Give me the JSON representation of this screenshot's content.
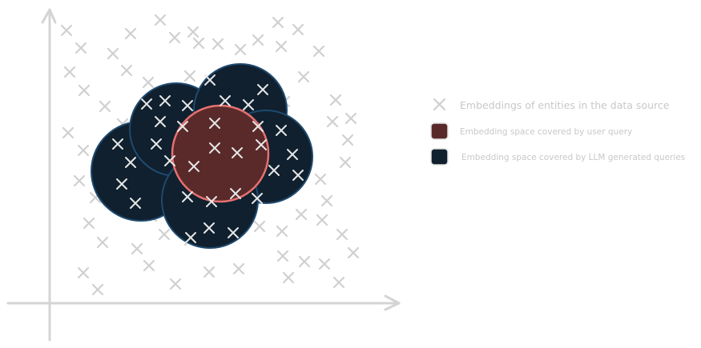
{
  "legend": {
    "items": [
      {
        "label": "Embeddings of entities in the data source",
        "icon": "cross-mark-icon",
        "color": "#d0d0d0"
      },
      {
        "label": "Embedding space covered by user query",
        "icon": "red-square-icon",
        "color": "#5a2a2a"
      },
      {
        "label": "Embedding space covered by LLM generated queries",
        "icon": "dark-square-icon",
        "color": "#10202e"
      }
    ]
  },
  "colors": {
    "axis": "#d0d0d0",
    "cross": "#d0d0d0",
    "cross_on_dark": "#e8e8e8",
    "llm_fill": "#10202e",
    "llm_stroke": "#1e4a70",
    "user_fill": "#5a2a2a",
    "user_stroke": "#e87070"
  }
}
